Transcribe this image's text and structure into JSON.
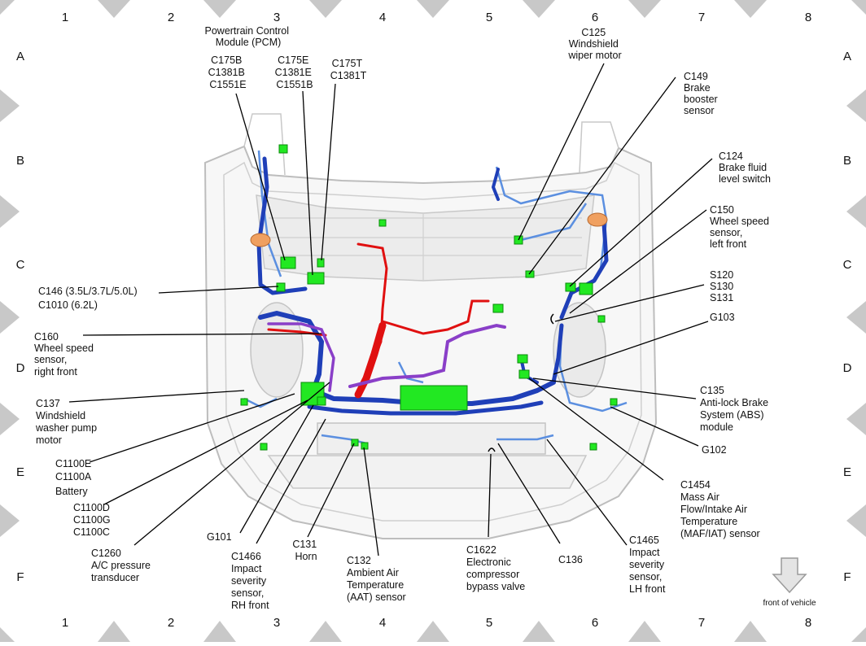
{
  "grid": {
    "columns": [
      "1",
      "2",
      "3",
      "4",
      "5",
      "6",
      "7",
      "8"
    ],
    "rows": [
      "A",
      "B",
      "C",
      "D",
      "E",
      "F"
    ]
  },
  "labels": {
    "pcm": [
      "Powertrain Control",
      "Module (PCM)"
    ],
    "c175b": [
      "C175B",
      "C1381B",
      "C1551E"
    ],
    "c175e": [
      "C175E",
      "C1381E",
      "C1551B"
    ],
    "c175t": [
      "C175T",
      "C1381T"
    ],
    "c125": [
      "C125",
      "Windshield",
      "wiper motor"
    ],
    "c149": [
      "C149",
      "Brake",
      "booster",
      "sensor"
    ],
    "c124": [
      "C124",
      "Brake fluid",
      "level switch"
    ],
    "c150": [
      "C150",
      "Wheel speed",
      "sensor,",
      "left front"
    ],
    "s120": [
      "S120",
      "S130",
      "S131"
    ],
    "g103": [
      "G103"
    ],
    "c146": [
      "C146 (3.5L/3.7L/5.0L)",
      "C1010 (6.2L)"
    ],
    "c160": [
      "C160",
      "Wheel speed",
      "sensor,",
      "right front"
    ],
    "c137": [
      "C137",
      "Windshield",
      "washer pump",
      "motor"
    ],
    "c1100e": [
      "C1100E",
      "C1100A",
      "Battery"
    ],
    "c1100d": [
      "C1100D",
      "C1100G",
      "C1100C"
    ],
    "c1260": [
      "C1260",
      "A/C pressure",
      "transducer"
    ],
    "g101": [
      "G101"
    ],
    "c1466": [
      "C1466",
      "Impact",
      "severity",
      "sensor,",
      "RH front"
    ],
    "c131": [
      "C131",
      "Horn"
    ],
    "c132": [
      "C132",
      "Ambient Air",
      "Temperature",
      "(AAT) sensor"
    ],
    "c1622": [
      "C1622",
      "Electronic",
      "compressor",
      "bypass valve"
    ],
    "c136": [
      "C136"
    ],
    "c1465": [
      "C1465",
      "Impact",
      "severity",
      "sensor,",
      "LH front"
    ],
    "c1454": [
      "C1454",
      "Mass Air",
      "Flow/Intake Air",
      "Temperature",
      "(MAF/IAT) sensor"
    ],
    "c135": [
      "C135",
      "Anti-lock Brake",
      "System (ABS)",
      "module"
    ],
    "g102": [
      "G102"
    ],
    "front": [
      "front of vehicle"
    ]
  },
  "colors": {
    "harness_blue": "#1f3fb8",
    "harness_light_blue": "#5b8fe0",
    "harness_red": "#e01010",
    "harness_purple": "#8a3fc8",
    "connector_green": "#22e822",
    "connector_orange": "#f0a060",
    "grid_marker": "#c8c8c8",
    "body_outline": "#bdbdbd",
    "arrow_fill": "#e4e4e4"
  }
}
